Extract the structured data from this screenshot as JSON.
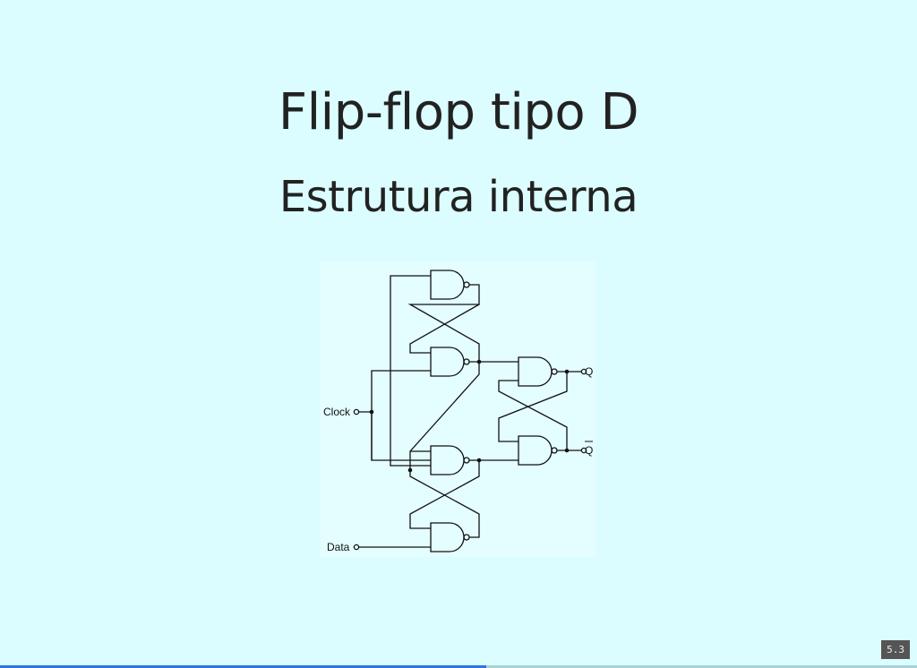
{
  "slide": {
    "title": "Flip-flop tipo D",
    "subtitle": "Estrutura interna",
    "number": "5.3",
    "progress": 0.53
  },
  "diagram": {
    "labels": {
      "clock": "Clock",
      "data": "Data",
      "q": "Q",
      "q_bar": "Q"
    }
  },
  "colors": {
    "background": "#dcfdff",
    "progress": "#2a76dd"
  }
}
